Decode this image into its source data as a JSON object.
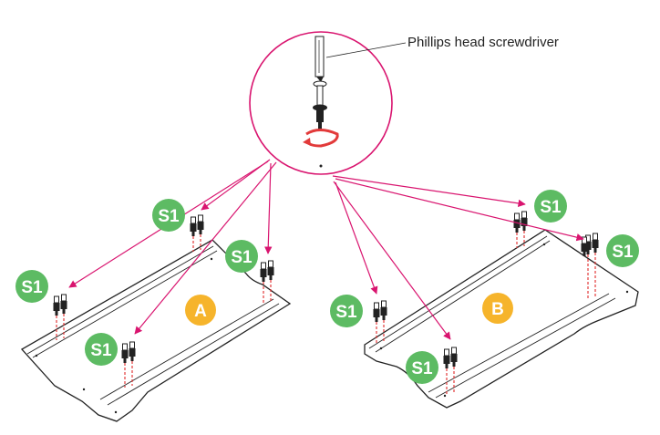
{
  "callout": {
    "label": "Phillips head screwdriver"
  },
  "panels": [
    {
      "label": "A"
    },
    {
      "label": "B"
    }
  ],
  "part_badges": [
    {
      "label": "S1"
    },
    {
      "label": "S1"
    },
    {
      "label": "S1"
    },
    {
      "label": "S1"
    },
    {
      "label": "S1"
    },
    {
      "label": "S1"
    },
    {
      "label": "S1"
    },
    {
      "label": "S1"
    }
  ],
  "colors": {
    "part_badge": "#5dbb63",
    "panel_badge": "#f6b42b",
    "arrow": "#d9146f",
    "rotation_arrow": "#e23a3a",
    "line": "#222222"
  },
  "icons": {
    "screwdriver": "phillips-screwdriver-icon",
    "rotation": "clockwise-rotation-icon",
    "bolt": "cam-bolt-icon"
  }
}
